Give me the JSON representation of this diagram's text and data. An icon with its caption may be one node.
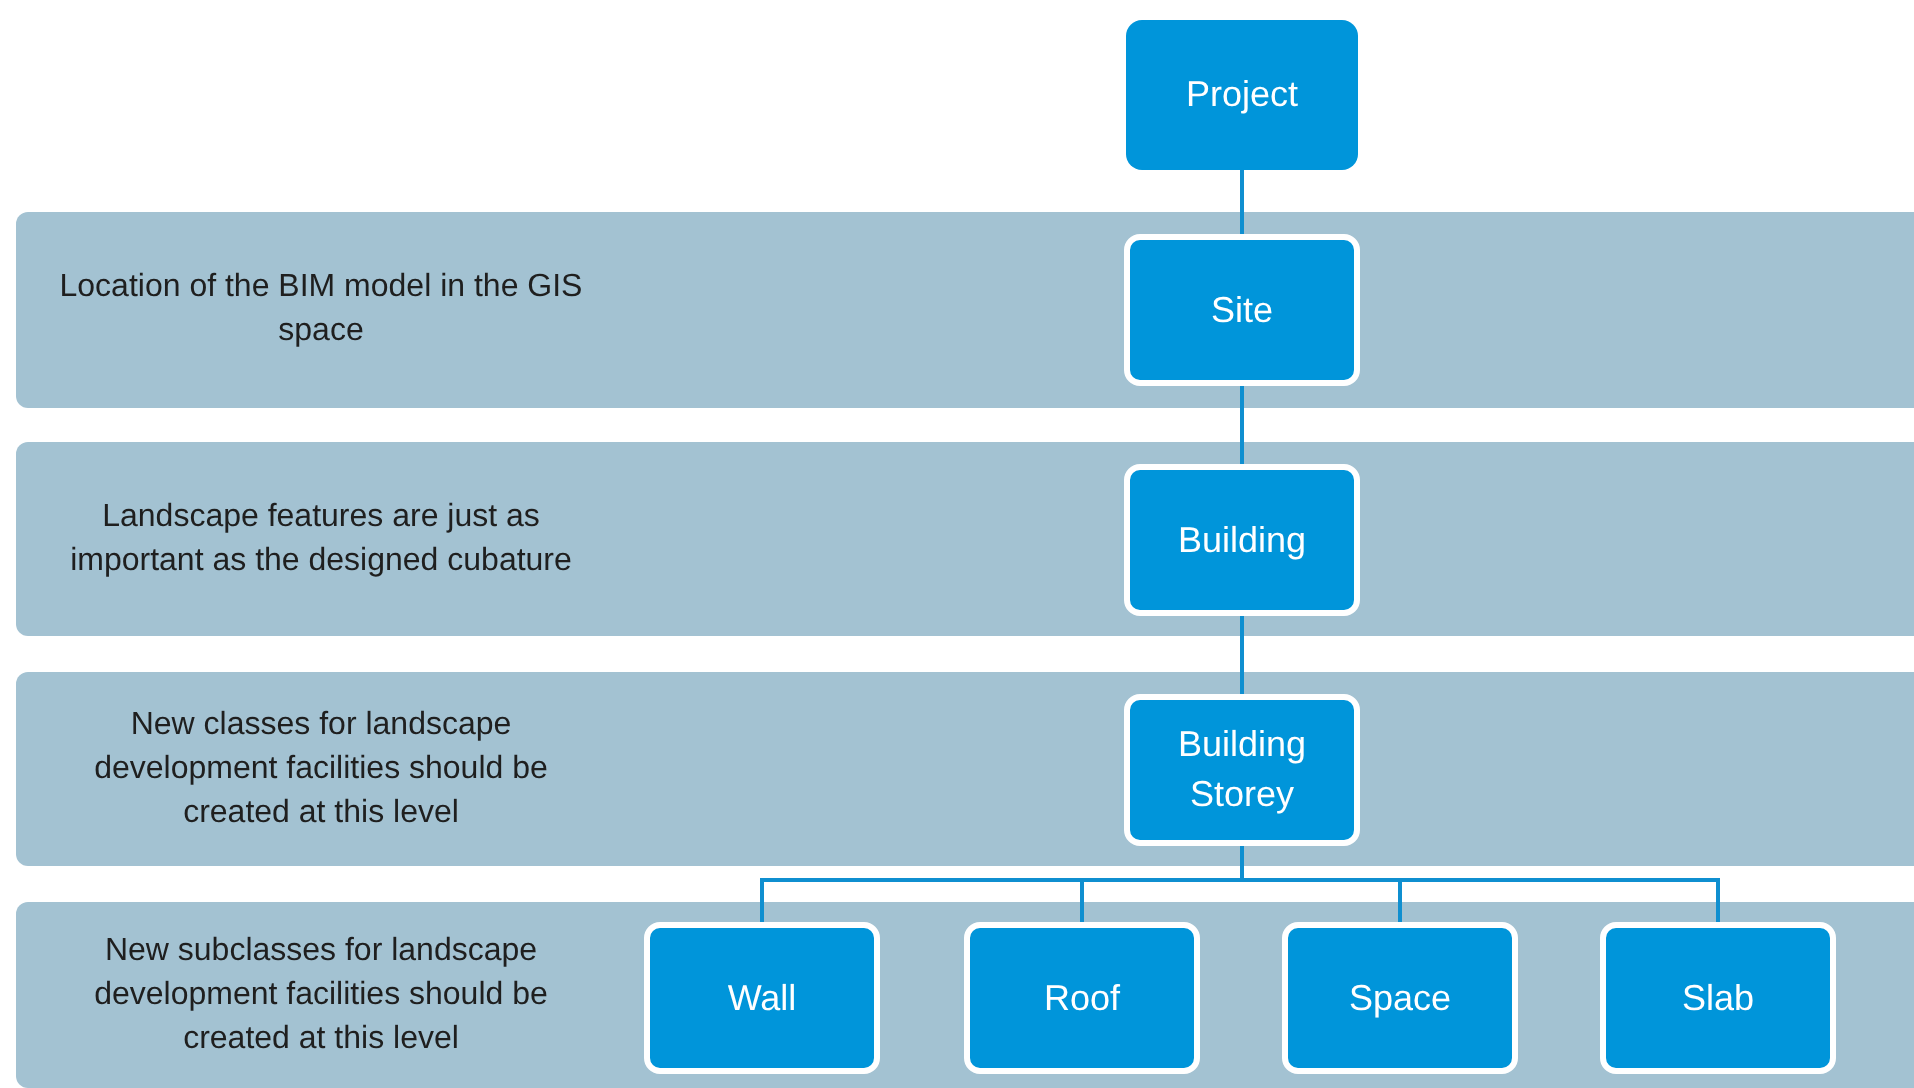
{
  "diagram": {
    "nodes": [
      {
        "text": [
          "Project"
        ]
      },
      {
        "text": [
          "Location of the BIM model in the GIS space"
        ]
      },
      {
        "text": [
          "Site"
        ],
        "in": 1
      },
      {
        "text": [
          "Landscape features are just as important as the designed cubature"
        ]
      },
      {
        "text": [
          "Building"
        ],
        "in": 3
      },
      {
        "text": [
          "New classes for landscape development facilities should be created at this level"
        ]
      },
      {
        "text": [
          "Building Storey"
        ],
        "in": 5
      },
      {
        "text": [
          "New subclasses for landscape development facilities should be created at this level"
        ]
      },
      {
        "text": [
          "Wall"
        ],
        "in": 7
      },
      {
        "text": [
          "Roof"
        ],
        "in": 7
      },
      {
        "text": [
          "Space"
        ],
        "in": 7
      },
      {
        "text": [
          "Slab"
        ],
        "in": 7
      }
    ],
    "edges": [
      {
        "from": 0,
        "to": 2,
        "arrow": "none"
      },
      {
        "from": 2,
        "to": 4,
        "arrow": "none"
      },
      {
        "from": 4,
        "to": 6,
        "arrow": "none"
      },
      {
        "from": 6,
        "to": 8,
        "arrow": "none"
      },
      {
        "from": 6,
        "to": 9,
        "arrow": "none"
      },
      {
        "from": 6,
        "to": 10,
        "arrow": "none"
      },
      {
        "from": 6,
        "to": 11,
        "arrow": "none"
      }
    ]
  }
}
